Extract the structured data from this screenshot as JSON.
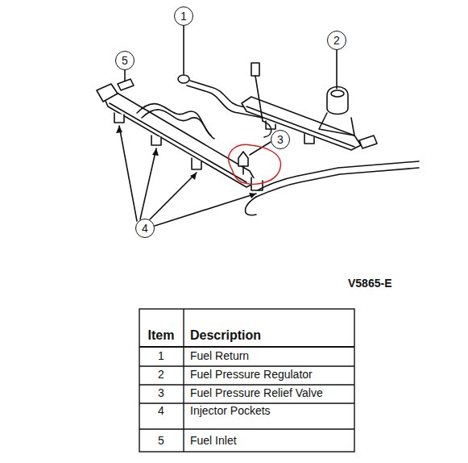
{
  "diagram": {
    "nodes": [
      {
        "text": [
          "1"
        ]
      },
      {
        "text": [
          "2"
        ]
      },
      {
        "text": [
          "5"
        ]
      },
      {
        "text": [
          "3"
        ]
      },
      {
        "text": [
          "4"
        ]
      }
    ],
    "labels": [
      "V5865-E",
      "Item",
      "Description",
      "1",
      "Fuel Return",
      "2",
      "Fuel Pressure Regulator",
      "3",
      "Fuel Pressure Relief Valve",
      "4",
      "Injector Pockets",
      "5",
      "Fuel Inlet"
    ]
  }
}
